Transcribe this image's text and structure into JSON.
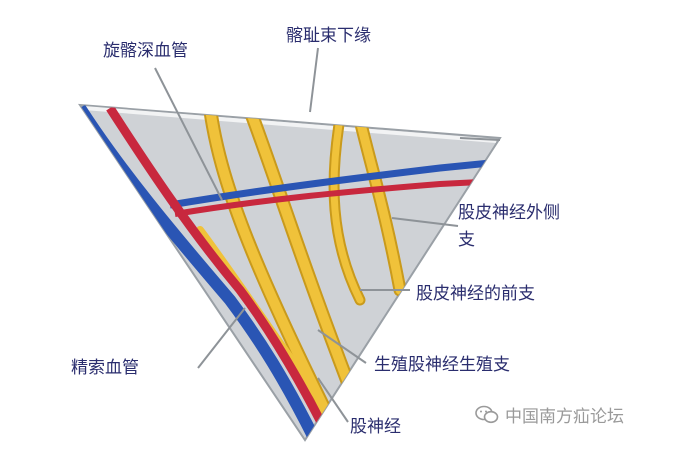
{
  "colors": {
    "background": "#ffffff",
    "triangle_fill": "#cfd2d6",
    "triangle_edge": "#9aa0a6",
    "artery": "#c8283e",
    "vein": "#2a55b4",
    "nerve": "#f0c23a",
    "nerve_edge": "#c99a1c",
    "leader": "#8e9398",
    "label_text": "#2a2d6e",
    "watermark": "#9a9a9a"
  },
  "labels": {
    "superficial_circumflex_iliac": "旋髂深血管",
    "inguinal_ligament_lower_edge": "髂耻束下缘",
    "lateral_femoral_cutaneous_line1": "股皮神经外侧",
    "lateral_femoral_cutaneous_line2": "支",
    "anterior_femoral_cutaneous": "股皮神经的前支",
    "spermatic_cord_vessels": "精索血管",
    "genitofemoral_genital_branch": "生殖股神经生殖支",
    "femoral_nerve": "股神经"
  },
  "watermark": {
    "text": "中国南方疝论坛",
    "icon": "wechat-icon"
  }
}
